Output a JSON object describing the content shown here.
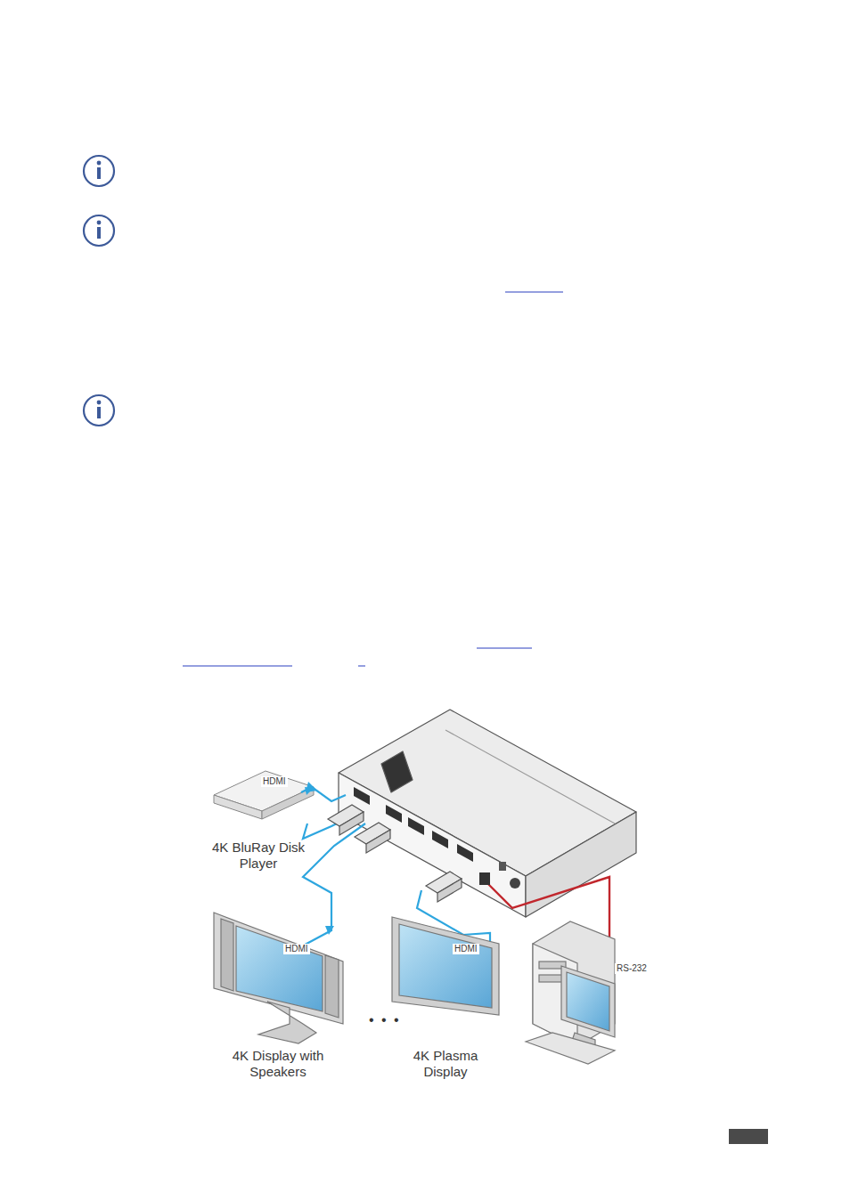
{
  "diagram": {
    "nodes": [
      {
        "text": [
          "4K BluRay Disk Player"
        ]
      },
      {
        "text": [
          "4K Display with Speakers"
        ]
      },
      {
        "text": [
          "4K Plasma Display"
        ]
      }
    ],
    "labels": [
      "HDMI",
      "HDMI",
      "HDMI",
      "RS-232",
      "• • •"
    ]
  }
}
